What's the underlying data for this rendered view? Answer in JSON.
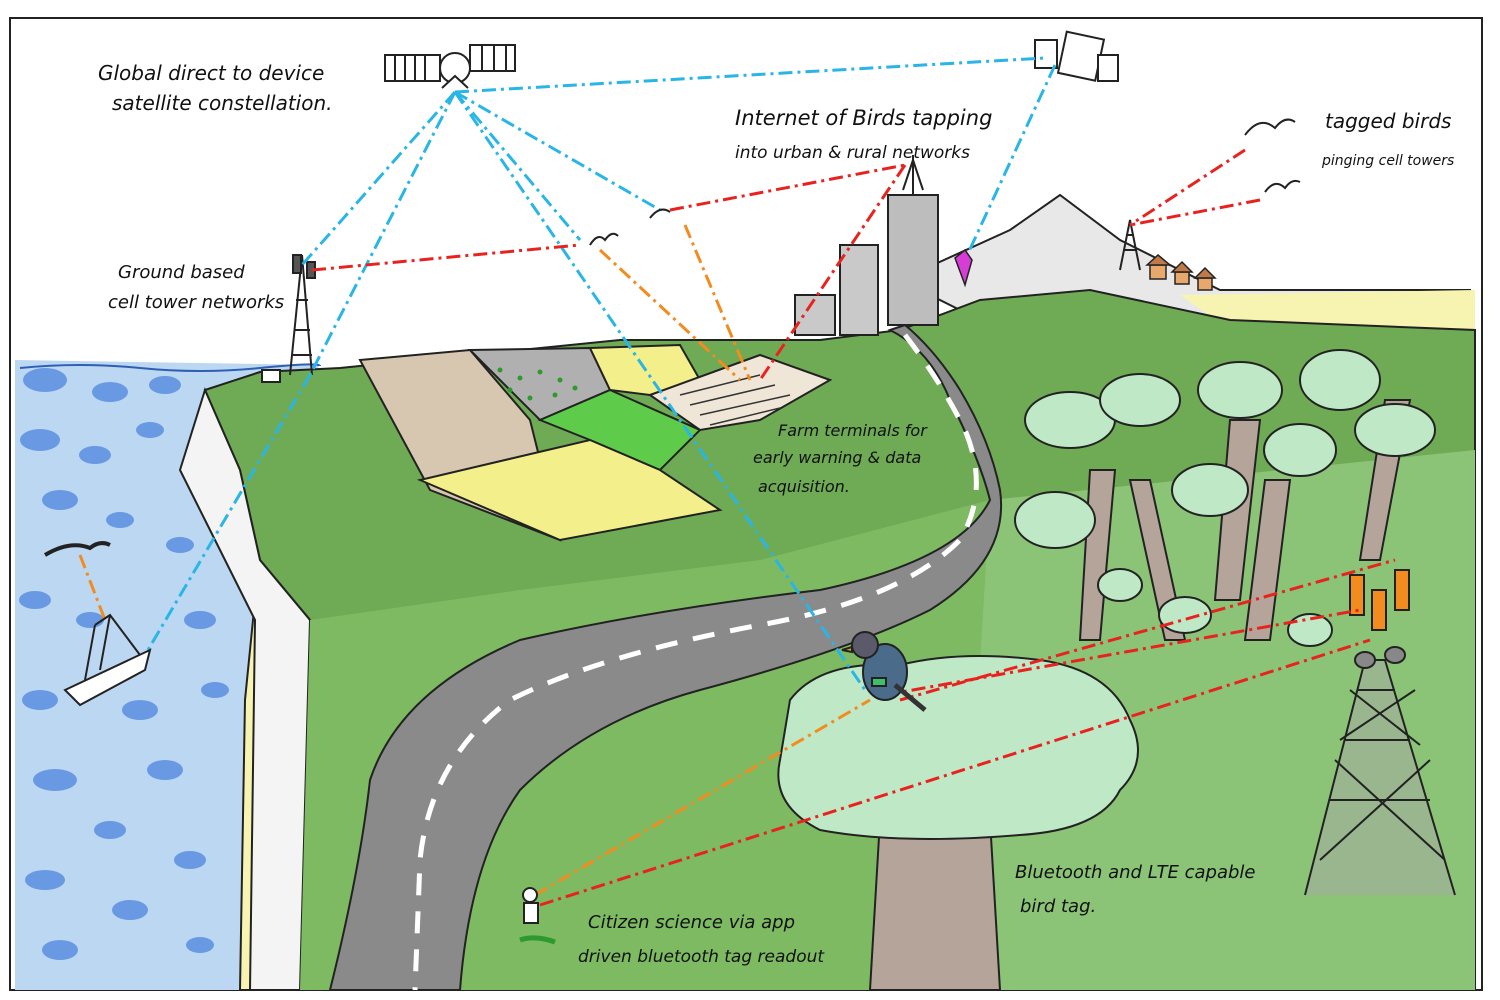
{
  "labels": {
    "satellite_1": "Global  direct to device",
    "satellite_2": "satellite  constellation.",
    "iob_1": "Internet of Birds tapping",
    "iob_2": "into urban & rural networks",
    "tagged_1": "tagged birds",
    "tagged_2": "pinging cell towers",
    "ground_1": "Ground based",
    "ground_2": "cell   tower networks",
    "farm_1": "Farm terminals for",
    "farm_2": "early warning & data",
    "farm_3": "acquisition.",
    "tag_1": "Bluetooth and LTE capable",
    "tag_2": "bird  tag.",
    "citizen_1": "Citizen science via app",
    "citizen_2": "driven bluetooth tag readout"
  },
  "colors": {
    "satellite_link": "#29b6e6",
    "cell_link": "#e8231f",
    "bluetooth_link": "#f28c1e",
    "sea": "#bcd7f2",
    "sea_dots": "#5b8fe0",
    "hill": "#6faa55",
    "far_hill": "#9ccc7a",
    "field_green": "#5ecb4b",
    "field_yellow": "#f3ef8a",
    "field_tan": "#d8c7b0",
    "road": "#8a8a8a",
    "tree_canopy": "#bfe8c6",
    "trunk": "#b5a49a",
    "building": "#c9c9c9",
    "sand": "#f7f3b0"
  },
  "icons": [
    "satellite-icon",
    "satellite-2-icon",
    "cell-tower-icon",
    "bird-icon",
    "boat-icon",
    "person-icon",
    "city-icon",
    "village-icon"
  ]
}
